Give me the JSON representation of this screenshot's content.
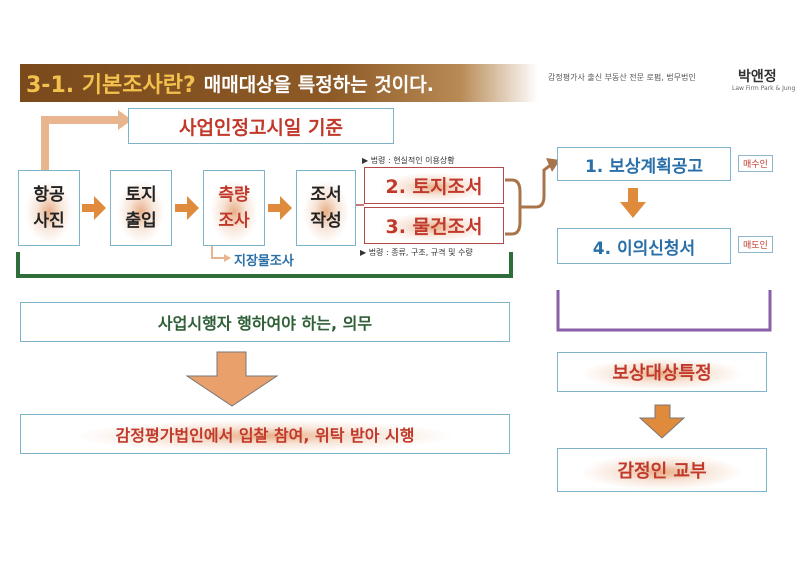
{
  "header": {
    "title": "3-1. 기본조사란?",
    "subtitle": "매매대상을 특정하는 것이다.",
    "brand_caption": "감정평가사 출신 부동산 전문 로펌, 법무법인",
    "brand_name": "박앤정",
    "brand_en": "Law Firm Park & Jung"
  },
  "top_note": "사업인정고시일 기준",
  "steps": [
    {
      "label": "항공\n사진"
    },
    {
      "label": "토지\n출입"
    },
    {
      "label": "측량\n조사"
    },
    {
      "label": "조서\n작성"
    }
  ],
  "surveys": {
    "land": "2. 토지조서",
    "goods": "3. 물건조서",
    "land_note": "▶ 법령 : 현실적인 이용상황",
    "goods_note": "▶ 법령 : 종류, 구조, 규격 및 수량"
  },
  "sub_survey": "지장물조사",
  "duty": "사업시행자 행하여야 하는, 의무",
  "appraisal_role": "감정평가법인에서 입찰 참여, 위탁 받아 시행",
  "right_flow": {
    "plan": "1. 보상계획공고",
    "plan_tag": "매수인",
    "objection": "4. 이의신청서",
    "objection_tag": "매도인",
    "specify": "보상대상특정",
    "delivery": "감정인 교부"
  },
  "colors": {
    "header_bar": "#7a4a1c",
    "arrow_orange": "#e08a3c",
    "bracket_green": "#2f6e3a",
    "bracket_purple": "#8a5fa8",
    "text_red": "#c0392b",
    "text_blue": "#2a6fa8",
    "text_green": "#2f5f36"
  }
}
